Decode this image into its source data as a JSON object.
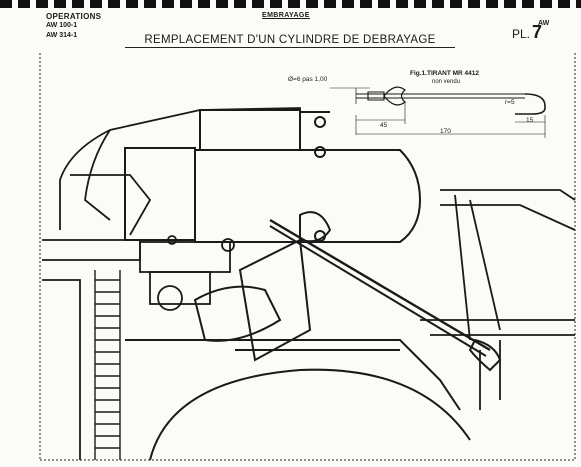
{
  "header": {
    "operations": "OPERATIONS",
    "model_codes": [
      "AW 100-1",
      "AW 314-1"
    ],
    "section": "EMBRAYAGE",
    "title": "REMPLACEMENT D'UN CYLINDRE DE DEBRAYAGE",
    "plate_prefix": "AW",
    "plate_label": "PL.",
    "plate_number": "7"
  },
  "figure": {
    "caption": "Fig.1.TIRANT MR 4412",
    "subcaption": "non vendu",
    "dimensions": {
      "thread": "Ø=6 pas 1,00",
      "radius": "r=5",
      "d45": "45",
      "d170": "170",
      "d15": "15"
    }
  }
}
